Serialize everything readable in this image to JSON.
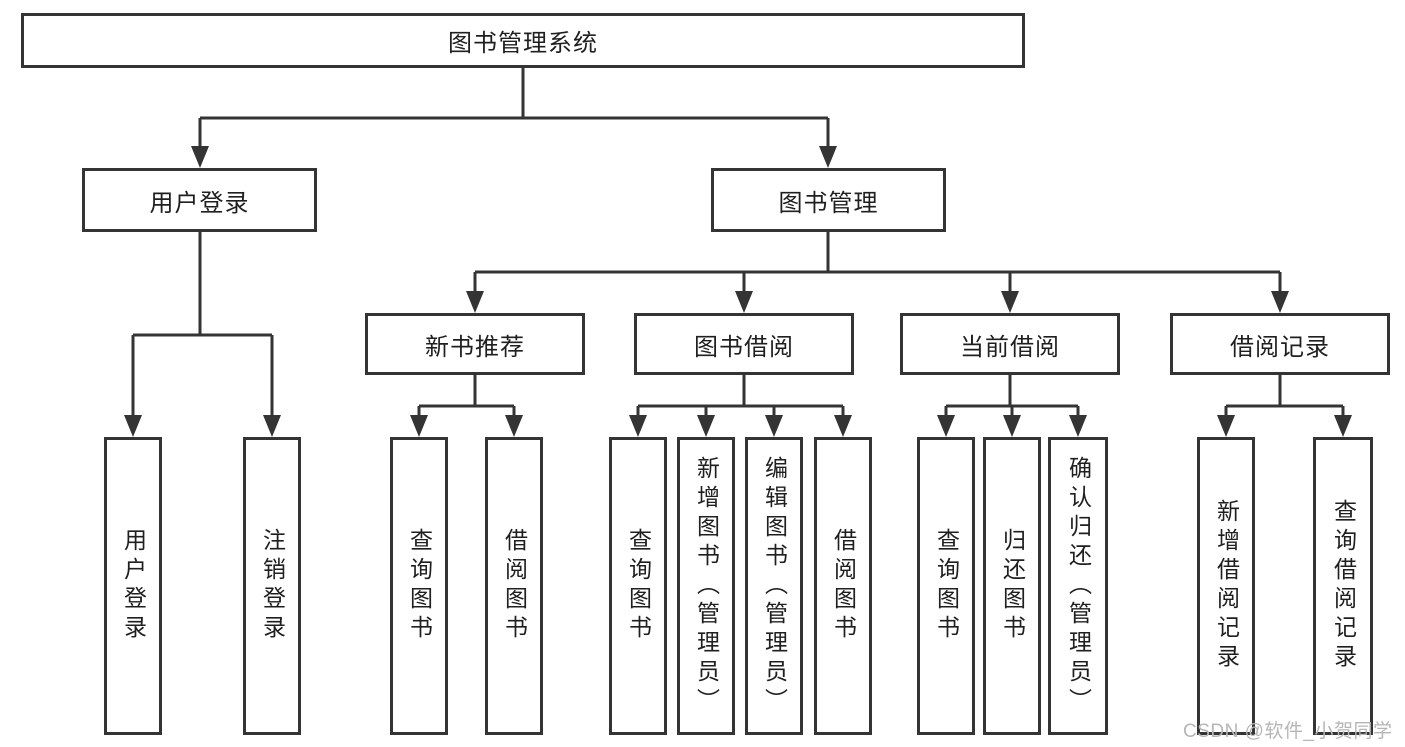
{
  "diagram": {
    "root": {
      "label": "图书管理系统"
    },
    "branches": [
      {
        "id": "user-login",
        "label": "用户登录",
        "children": [
          {
            "id": "user-login-leaf",
            "label": "用户登录"
          },
          {
            "id": "logout-leaf",
            "label": "注销登录"
          }
        ]
      },
      {
        "id": "book-management",
        "label": "图书管理",
        "children": [
          {
            "id": "new-book-recommend",
            "label": "新书推荐",
            "children": [
              {
                "id": "query-books",
                "label": "查询图书"
              },
              {
                "id": "borrow-books",
                "label": "借阅图书"
              }
            ]
          },
          {
            "id": "book-borrowing",
            "label": "图书借阅",
            "children": [
              {
                "id": "query-books",
                "label": "查询图书"
              },
              {
                "id": "add-books-admin",
                "label": "新增图书（管理员）"
              },
              {
                "id": "edit-books-admin",
                "label": "编辑图书（管理员）"
              },
              {
                "id": "borrow-books",
                "label": "借阅图书"
              }
            ]
          },
          {
            "id": "current-borrowing",
            "label": "当前借阅",
            "children": [
              {
                "id": "query-books",
                "label": "查询图书"
              },
              {
                "id": "return-books",
                "label": "归还图书"
              },
              {
                "id": "confirm-return-admin",
                "label": "确认归还（管理员）"
              }
            ]
          },
          {
            "id": "borrowing-records",
            "label": "借阅记录",
            "children": [
              {
                "id": "add-borrow-record",
                "label": "新增借阅记录"
              },
              {
                "id": "query-borrow-record",
                "label": "查询借阅记录"
              }
            ]
          }
        ]
      }
    ],
    "watermark": "CSDN @软件_小贺同学",
    "colors": {
      "line": "#343434",
      "box_border": "#343434",
      "text": "#1f1f1f",
      "watermark": "#b6b6b6",
      "background": "#ffffff"
    }
  }
}
